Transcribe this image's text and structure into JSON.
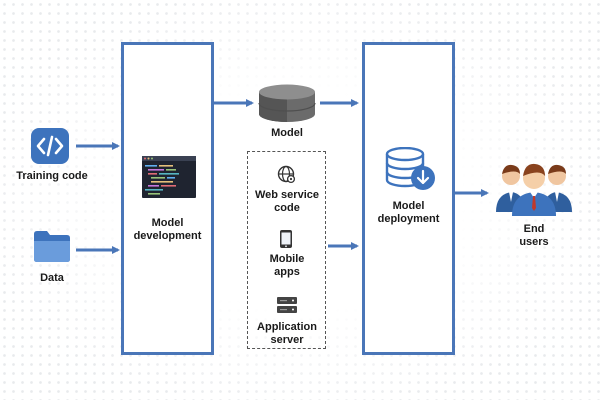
{
  "labels": {
    "training_code": "Training code",
    "data": "Data",
    "model_development": "Model development",
    "model": "Model",
    "web_service_code": "Web service code",
    "mobile_apps": "Mobile apps",
    "application_server": "Application server",
    "model_deployment": "Model deployment",
    "end_users": "End users"
  },
  "icons": {
    "training_code": "code-icon",
    "data": "folder-icon",
    "model_development": "code-editor-icon",
    "model": "database-icon",
    "web_service_code": "globe-gear-icon",
    "mobile_apps": "smartphone-icon",
    "application_server": "server-icon",
    "model_deployment": "database-download-icon",
    "end_users": "users-group-icon"
  },
  "colors": {
    "accent_blue": "#4a76b8",
    "icon_blue": "#3d73bd",
    "folder_blue": "#5f93d3",
    "db_gray": "#6b6b6b",
    "editor_dark": "#1f2430"
  }
}
